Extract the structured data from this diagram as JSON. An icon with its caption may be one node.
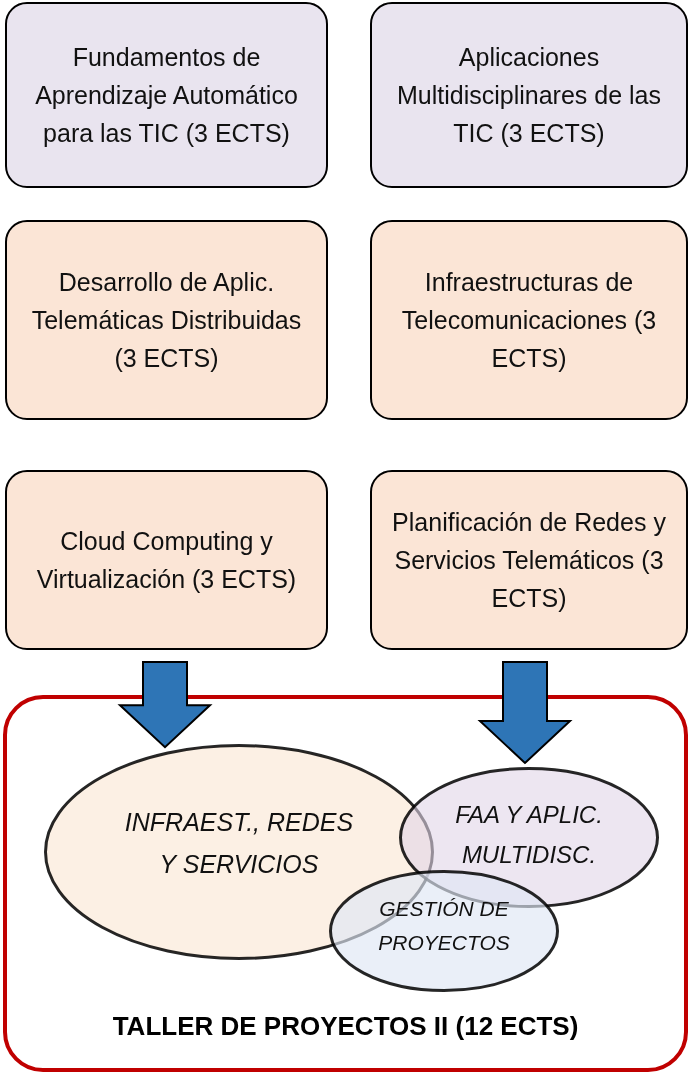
{
  "diagram": {
    "nodes": [
      {
        "text": [
          "Fundamentos de Aprendizaje Automático para las TIC (3 ECTS)"
        ]
      },
      {
        "text": [
          "Aplicaciones Multidisciplinares de las TIC (3 ECTS)"
        ]
      },
      {
        "text": [
          "Desarrollo de Aplic. Telemáticas Distribuidas (3 ECTS)"
        ]
      },
      {
        "text": [
          "Infraestructuras de Telecomunicaciones (3 ECTS)"
        ]
      },
      {
        "text": [
          "Cloud Computing y Virtualización (3 ECTS)"
        ]
      },
      {
        "text": [
          "Planificación de Redes y Servicios Telemáticos (3 ECTS)"
        ]
      },
      {
        "text": [
          "TALLER DE PROYECTOS II (12 ECTS)"
        ]
      },
      {
        "text": [
          "INFRAEST., REDES Y SERVICIOS"
        ],
        "in": 6
      },
      {
        "text": [
          "FAA Y APLIC. MULTIDISC."
        ],
        "in": 6
      },
      {
        "text": [
          "GESTIÓN DE PROYECTOS"
        ],
        "in": 6
      }
    ],
    "edges": [
      {
        "from": 4,
        "to": 7,
        "arrow": "to",
        "style": "thick",
        "color": "#2e75b6"
      },
      {
        "from": 5,
        "to": 8,
        "arrow": "to",
        "style": "thick",
        "color": "#2e75b6"
      }
    ]
  }
}
